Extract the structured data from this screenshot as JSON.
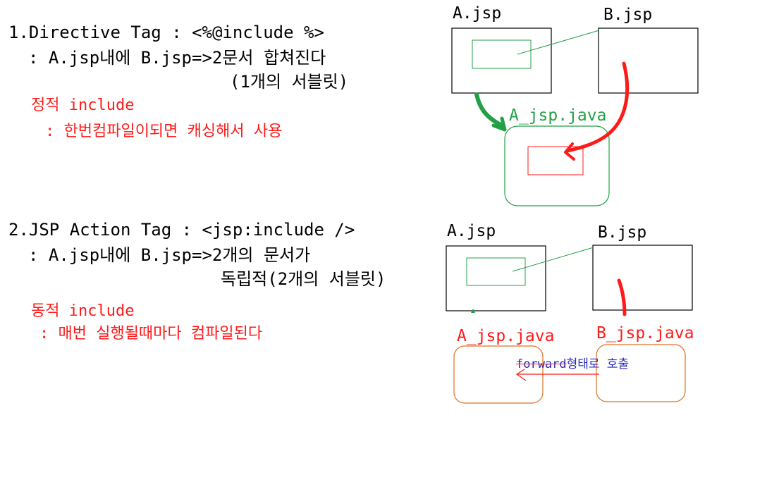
{
  "section1": {
    "title": "1.Directive Tag : <%@include %>",
    "line2": ": A.jsp내에 B.jsp=>2문서 합쳐진다",
    "line3": "(1개의 서블릿)",
    "red_title": "정적 include",
    "red_desc": ": 한번컴파일이되면 캐싱해서 사용"
  },
  "section2": {
    "title": "2.JSP Action Tag : <jsp:include />",
    "line2": ": A.jsp내에 B.jsp=>2개의 문서가",
    "line3": "독립적(2개의 서블릿)",
    "red_title": "동적 include",
    "red_desc": ": 매번 실행될때마다 컴파일된다"
  },
  "diagram1": {
    "a_label": "A.jsp",
    "b_label": "B.jsp",
    "java_label": "A_jsp.java"
  },
  "diagram2": {
    "a_label": "A.jsp",
    "b_label": "B.jsp",
    "a_java_label": "A_jsp.java",
    "b_java_label": "B_jsp.java",
    "forward_word": "forward",
    "forward_rest": "형태로 호출"
  },
  "colors": {
    "green": "#22a046",
    "red": "#ff1a1a",
    "orange": "#e07020",
    "blue": "#2a2ab8"
  }
}
